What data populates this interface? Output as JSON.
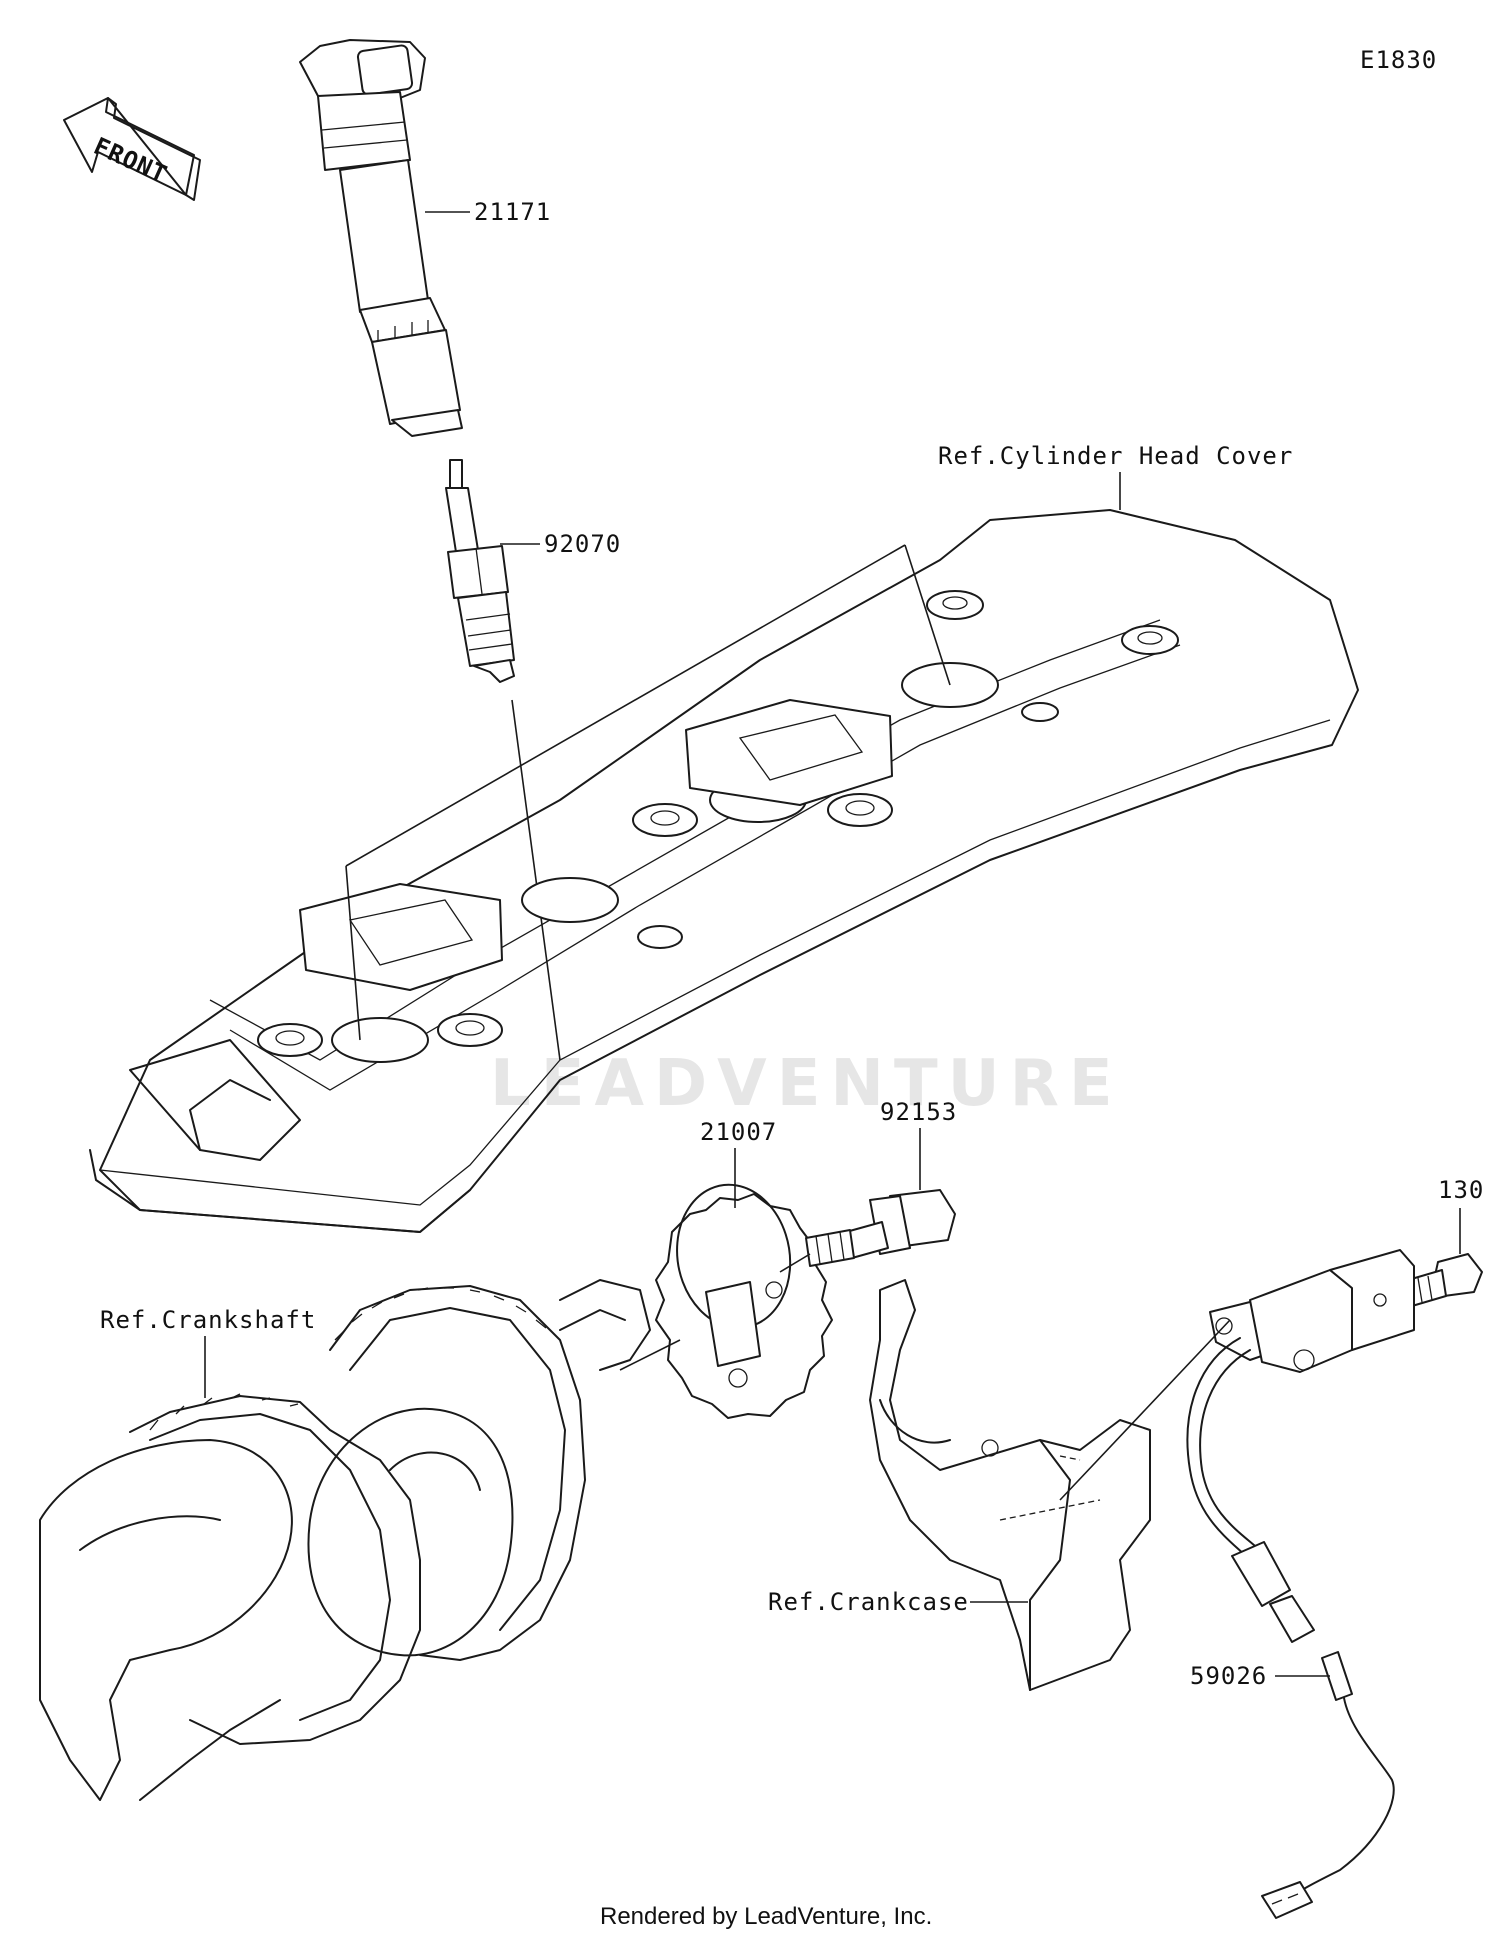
{
  "diagram_code": "E1830",
  "front_marker": "FRONT",
  "callouts": {
    "ignition_coil": "21171",
    "spark_plug": "92070",
    "cylinder_head_cover_ref": "Ref.Cylinder Head Cover",
    "timing_rotor": "21007",
    "rotor_bolt": "92153",
    "sensor_bolt": "130",
    "crankshaft_ref": "Ref.Crankshaft",
    "crankcase_ref": "Ref.Crankcase",
    "pickup_sensor": "59026"
  },
  "watermark": "LEADVENTURE",
  "footer": "Rendered by LeadVenture, Inc."
}
